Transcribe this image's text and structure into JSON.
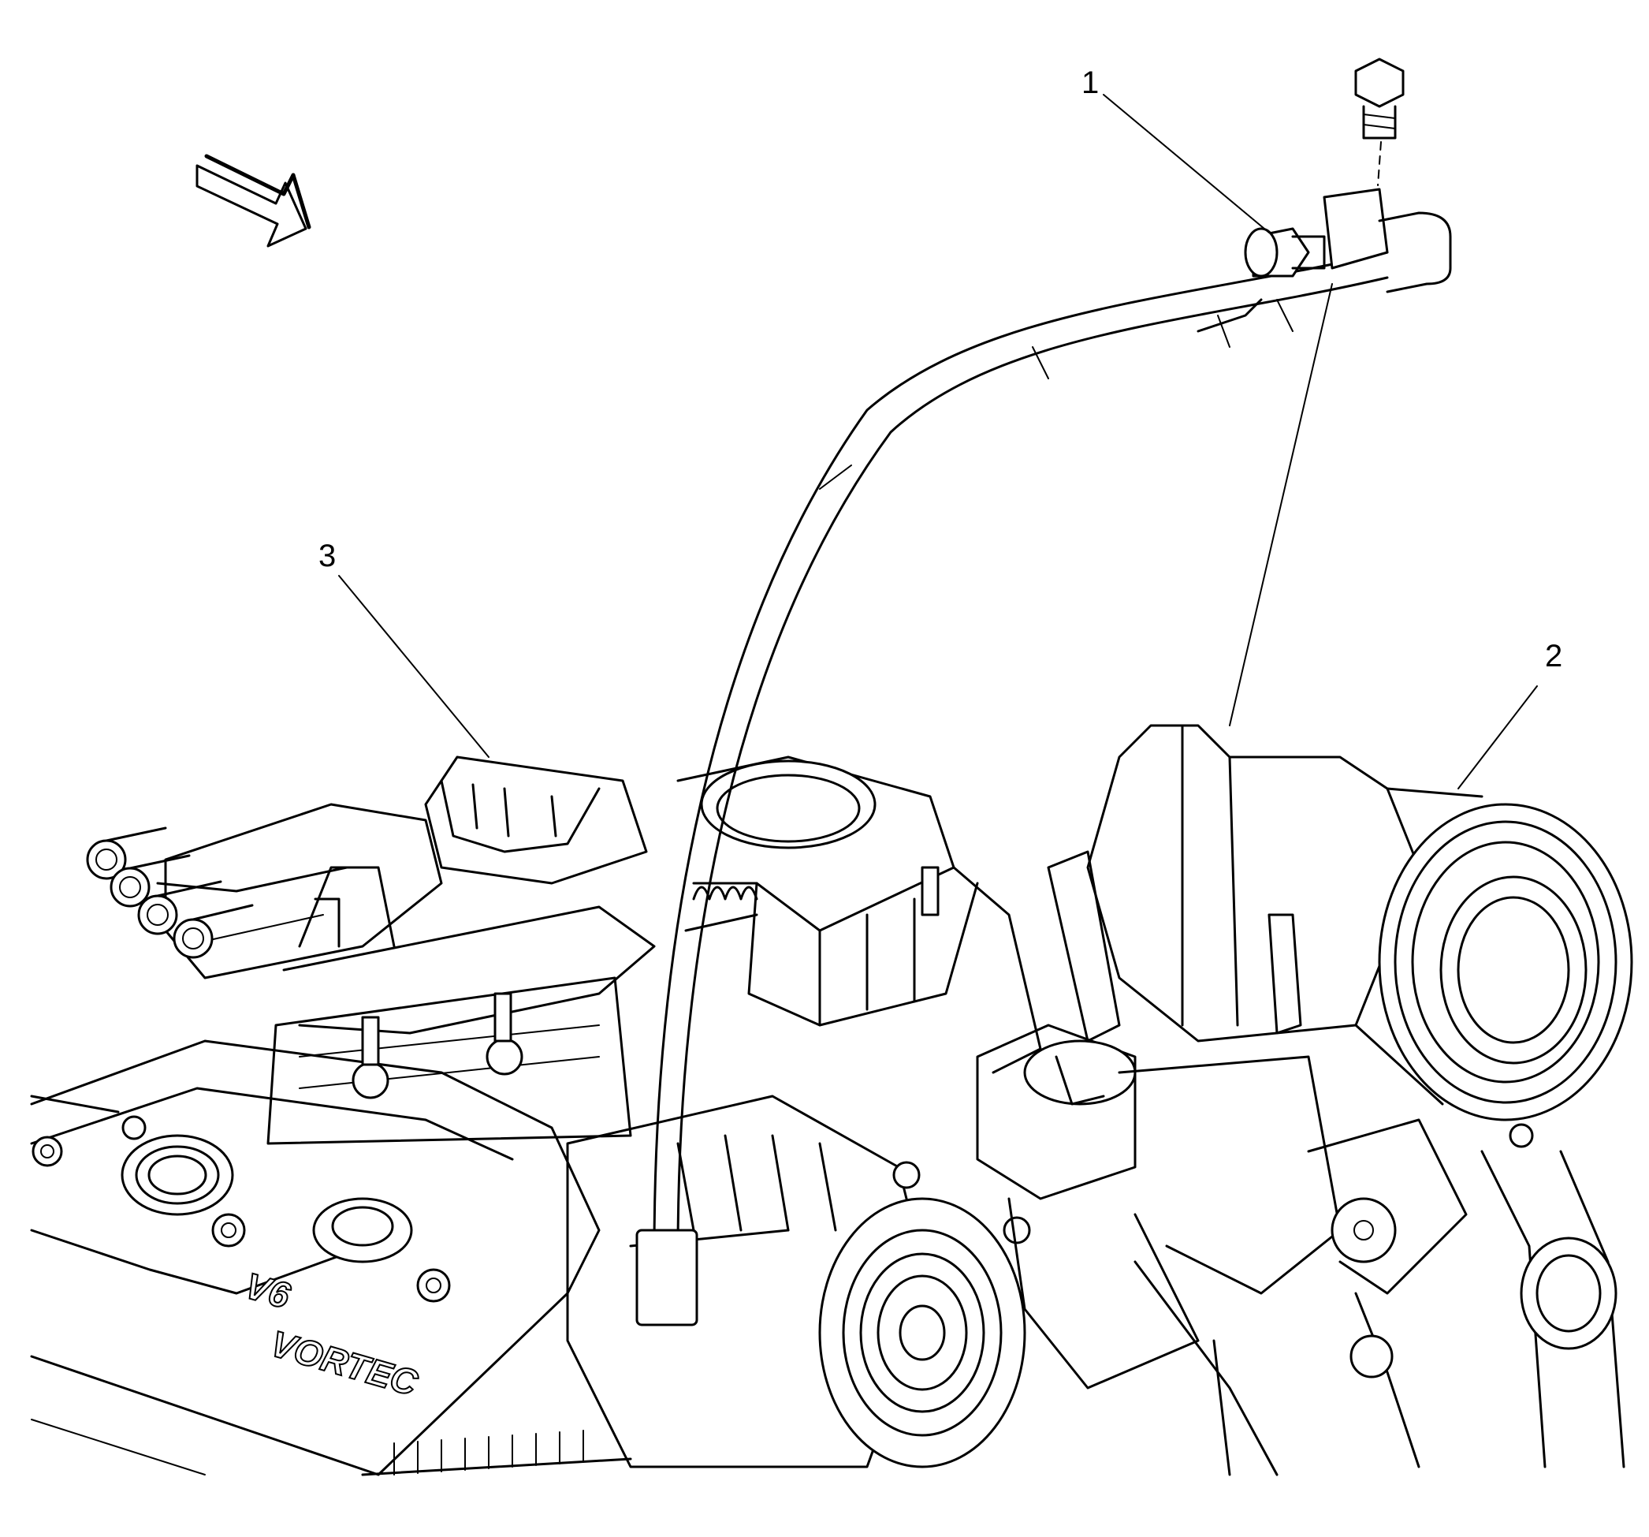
{
  "figure": {
    "callouts": [
      {
        "id": "1",
        "label": "1"
      },
      {
        "id": "2",
        "label": "2"
      },
      {
        "id": "3",
        "label": "3"
      }
    ],
    "engine_cover_text": {
      "line1": "V6",
      "line2": "VORTEC"
    },
    "colors": {
      "line": "#000000",
      "background": "#ffffff"
    },
    "icons": {
      "direction": "front-direction-arrow-icon"
    }
  }
}
